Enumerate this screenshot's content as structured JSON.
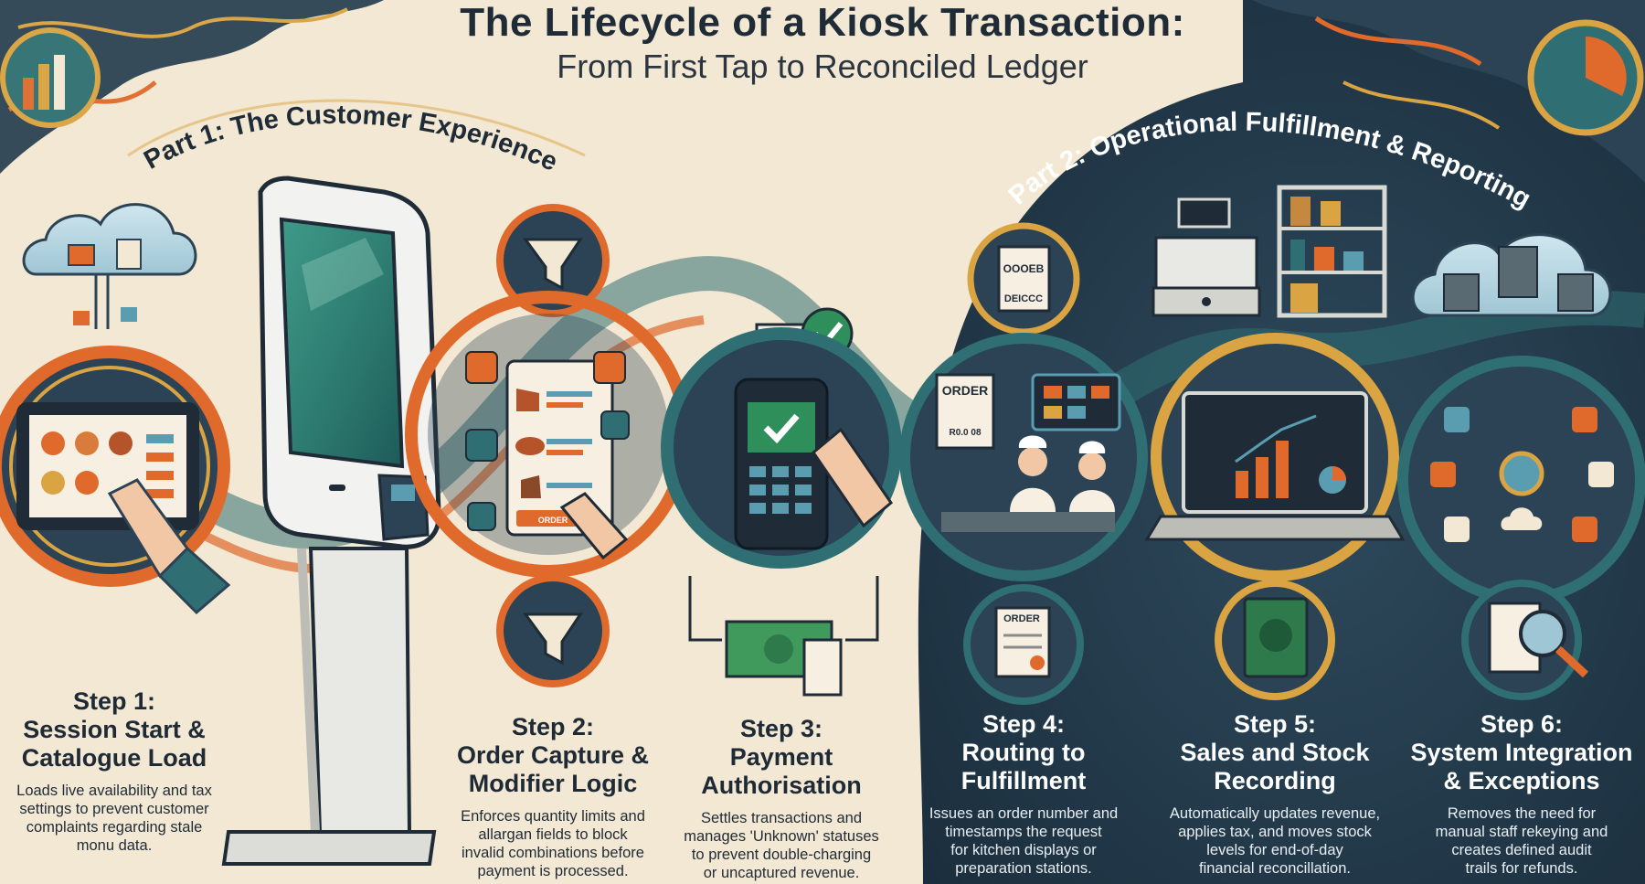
{
  "header": {
    "title": "The Lifecycle of a Kiosk Transaction:",
    "subtitle": "From First Tap to Reconciled Ledger"
  },
  "parts": [
    {
      "label": "Part 1: The Customer Experience"
    },
    {
      "label": "Part 2: Operational Fulfillment & Reporting"
    }
  ],
  "steps": [
    {
      "number": "Step 1:",
      "title_line1": "Session Start &",
      "title_line2": "Catalogue Load",
      "description_lines": [
        "Loads live availability and tax",
        "settings to prevent customer",
        "complaints regarding stale",
        "monu data."
      ]
    },
    {
      "number": "Step 2:",
      "title_line1": "Order Capture &",
      "title_line2": "Modifier Logic",
      "description_lines": [
        "Enforces quantity limits and",
        "allargan fields to block",
        "invalid combinations before",
        "payment is processed."
      ]
    },
    {
      "number": "Step 3:",
      "title_line1": "Payment",
      "title_line2": "Authorisation",
      "description_lines": [
        "Settles transactions and",
        "manages 'Unknown' statuses",
        "to prevent double-charging",
        "or uncaptured revenue."
      ]
    },
    {
      "number": "Step 4:",
      "title_line1": "Routing to",
      "title_line2": "Fulfillment",
      "description_lines": [
        "Issues an order number and",
        "timestamps the request",
        "for kitchen displays or",
        "preparation stations."
      ]
    },
    {
      "number": "Step 5:",
      "title_line1": "Sales and Stock",
      "title_line2": "Recording",
      "description_lines": [
        "Automatically updates revenue,",
        "applies tax, and moves stock",
        "levels for end-of-day",
        "financial reconcillation."
      ]
    },
    {
      "number": "Step 6:",
      "title_line1": "System Integration",
      "title_line2": "& Exceptions",
      "description_lines": [
        "Removes the need for",
        "manual staff rekeying and",
        "creates defined audit",
        "trails for refunds."
      ]
    }
  ],
  "illustration_text": {
    "ticket_top": "OOOEB",
    "ticket_bottom": "DEICCC",
    "order_ticket_label": "ORDER",
    "order_ticket_number": "R0.0 08",
    "order_doc_label": "ORDER",
    "menu_button": "ORDER"
  },
  "colors": {
    "cream": "#f3e8d3",
    "navy": "#243a4c",
    "teal": "#2f6f73",
    "orange": "#e06a2c",
    "gold": "#d9a441",
    "ink": "#1f2b36"
  },
  "icons": [
    "cloud-data-icon",
    "kiosk-icon",
    "tablet-menu-icon",
    "funnel-icon",
    "receipt-check-icon",
    "card-terminal-icon",
    "cash-receipt-icon",
    "order-ticket-icon",
    "chefs-kitchen-icon",
    "cash-register-icon",
    "stock-shelf-icon",
    "server-cloud-icon",
    "analytics-laptop-icon",
    "integration-hub-icon",
    "order-doc-icon",
    "ledger-book-icon",
    "audit-magnifier-icon"
  ]
}
